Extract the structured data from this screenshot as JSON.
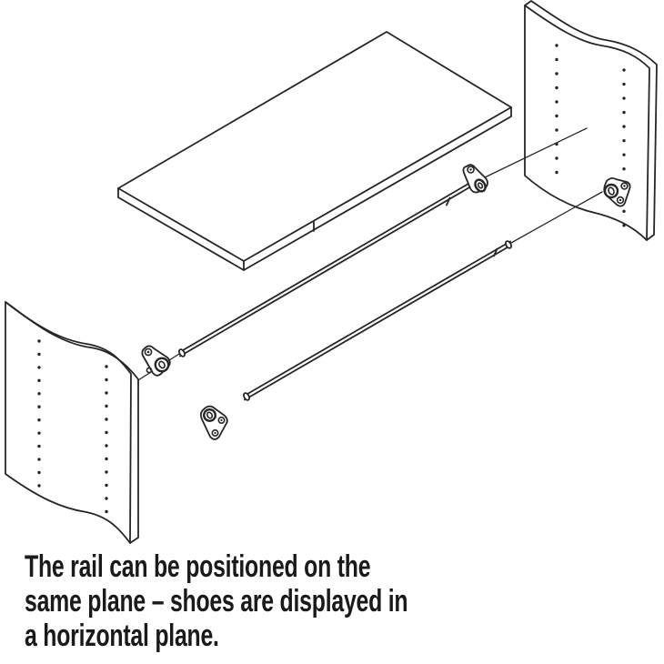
{
  "page": {
    "background_color": "#ffffff",
    "line_color": "#262626",
    "text_color": "#1a1a1a"
  },
  "caption": {
    "lines": [
      "The rail can be positioned on the",
      "same plane – shoes are displayed in",
      "a horizontal plane."
    ]
  },
  "diagram": {
    "type": "exploded-assembly-illustration",
    "parts": [
      "left-side-panel",
      "right-side-panel",
      "shelf-board",
      "upper-rail-tube",
      "lower-rail-tube",
      "rail-shoe-on-left-panel",
      "rail-shoe-on-upper-rail",
      "rail-shoe-on-right-panel",
      "loose-rail-shoe"
    ]
  }
}
